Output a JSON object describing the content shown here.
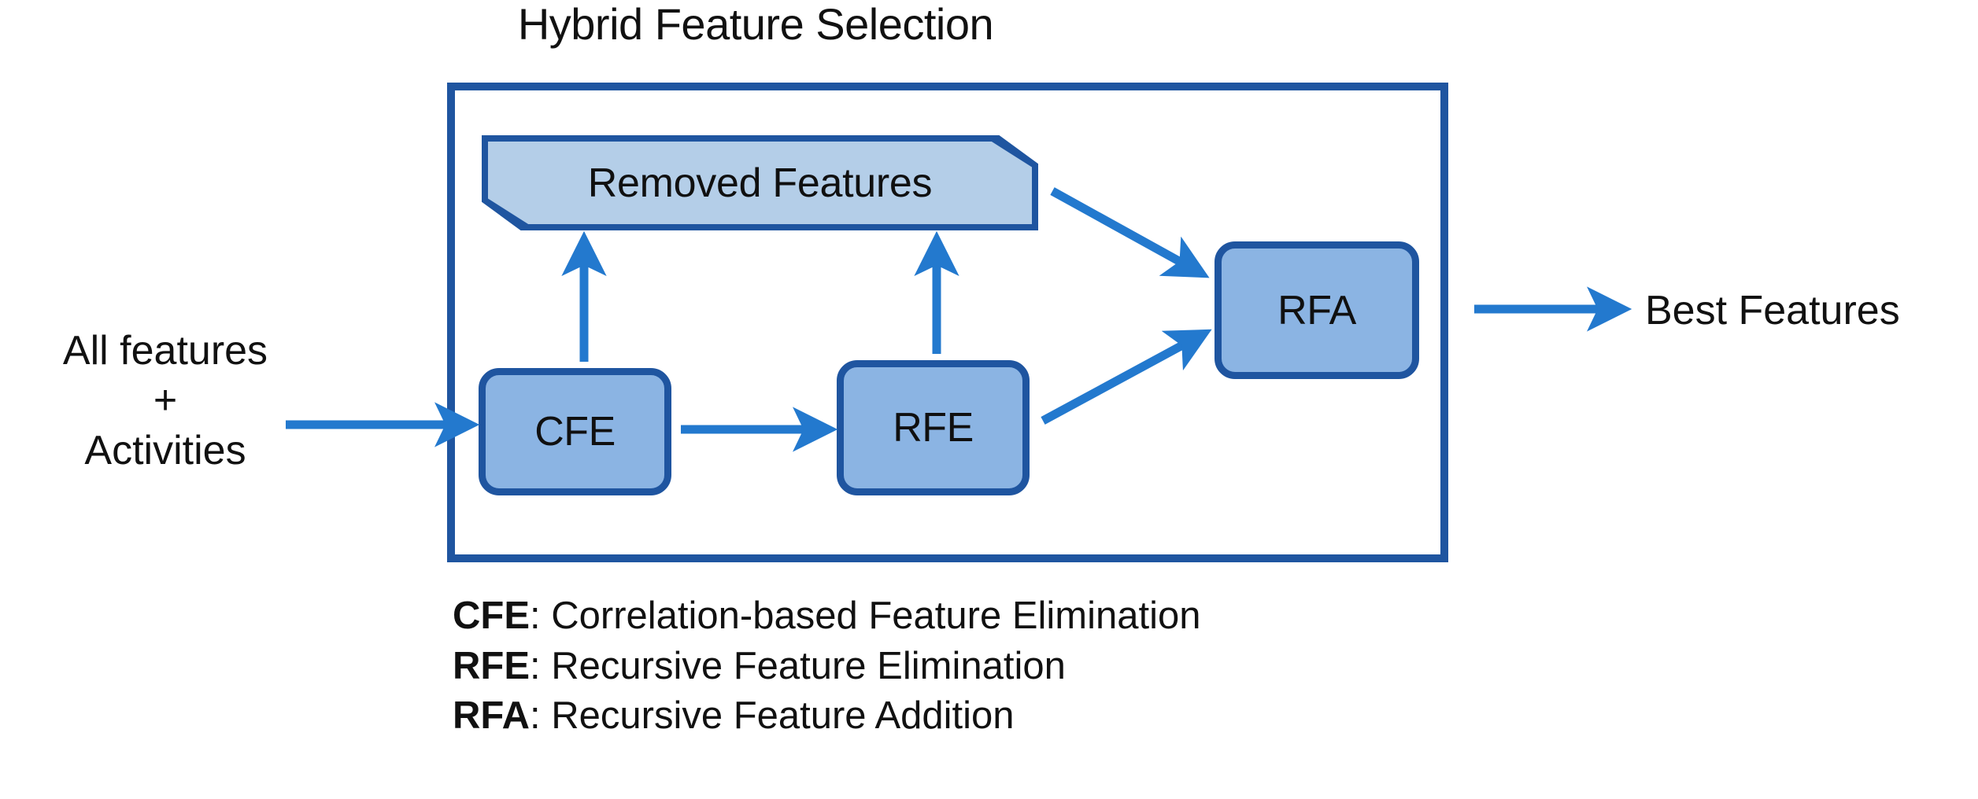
{
  "diagram": {
    "title": "Hybrid Feature Selection",
    "input_label_line1": "All features",
    "input_label_plus": "+",
    "input_label_line2": "Activities",
    "output_label": "Best Features",
    "nodes": {
      "removed": "Removed Features",
      "cfe": "CFE",
      "rfe": "RFE",
      "rfa": "RFA"
    },
    "legend": [
      {
        "abbr": "CFE",
        "sep": ": ",
        "text": "Correlation-based Feature Elimination"
      },
      {
        "abbr": "RFE",
        "sep": ": ",
        "text": "Recursive Feature Elimination"
      },
      {
        "abbr": "RFA",
        "sep": ": ",
        "text": "Recursive Feature Addition"
      }
    ],
    "colors": {
      "border_dark_blue": "#1F55A0",
      "node_fill_blue": "#8BB4E3",
      "removed_fill_blue": "#B4CEE8",
      "arrow_blue": "#2379CE",
      "text_black": "#111111",
      "background": "#FFFFFF"
    },
    "arrows": [
      {
        "name": "input-to-cfe",
        "from": "All features + Activities",
        "to": "CFE"
      },
      {
        "name": "cfe-to-rfe",
        "from": "CFE",
        "to": "RFE"
      },
      {
        "name": "cfe-to-removed",
        "from": "CFE",
        "to": "Removed Features"
      },
      {
        "name": "rfe-to-removed",
        "from": "RFE",
        "to": "Removed Features"
      },
      {
        "name": "removed-to-rfa",
        "from": "Removed Features",
        "to": "RFA"
      },
      {
        "name": "rfe-to-rfa",
        "from": "RFE",
        "to": "RFA"
      },
      {
        "name": "rfa-to-best",
        "from": "RFA",
        "to": "Best Features"
      }
    ]
  }
}
